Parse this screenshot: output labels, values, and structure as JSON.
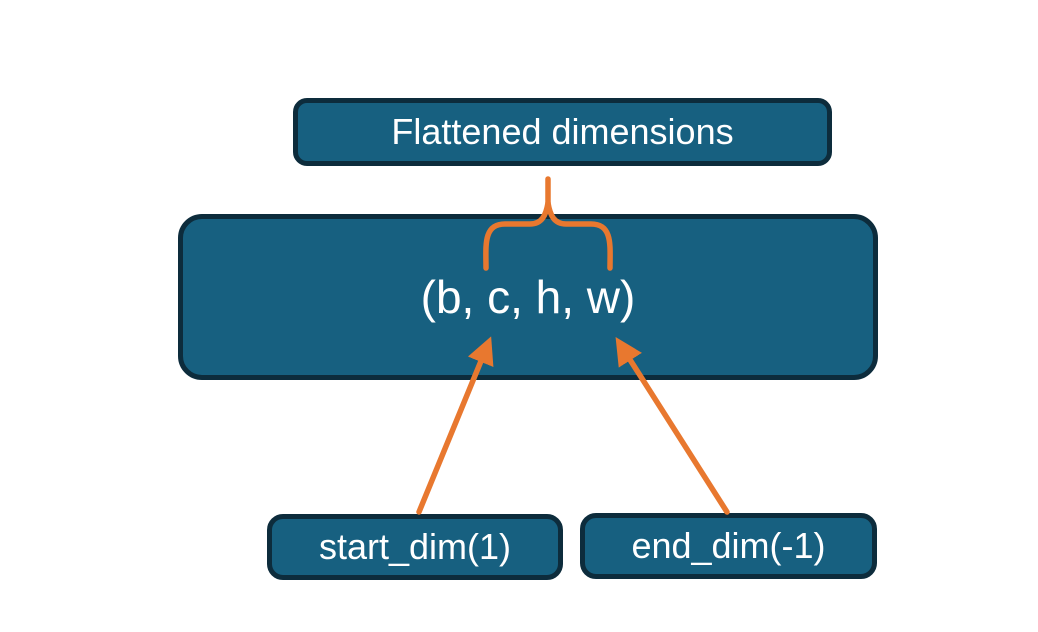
{
  "diagram": {
    "top_box": {
      "label": "Flattened dimensions"
    },
    "main_box": {
      "label": "(b, c, h, w)"
    },
    "start_box": {
      "label": "start_dim(1)"
    },
    "end_box": {
      "label": "end_dim(-1)"
    },
    "connectors": {
      "brace": "curly-brace-pointing-up-from-main-box-to-top-box",
      "left_arrow": "arrow-from-start-dim-box-up-to-c-dimension",
      "right_arrow": "arrow-from-end-dim-box-up-to-w-dimension"
    }
  },
  "colors": {
    "box_fill": "#176080",
    "box_border": "#0d2c3c",
    "connector_orange": "#e8782f",
    "text": "#ffffff",
    "background": "#ffffff"
  }
}
